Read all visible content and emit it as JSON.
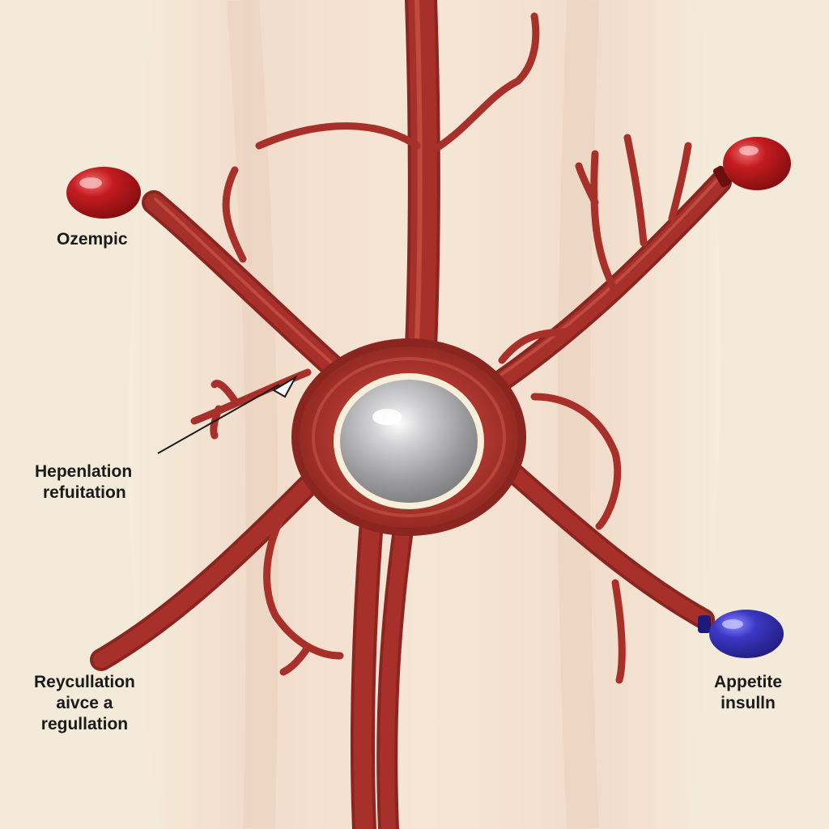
{
  "labels": {
    "top_left": "Ozempic",
    "middle_left": [
      "Hepenlation",
      "refuitation"
    ],
    "bottom_left": [
      "Reycullation",
      "aivce a",
      "regullation"
    ],
    "bottom_right": [
      "Appetite",
      "insulln"
    ]
  },
  "colors": {
    "background": "#f3ead9",
    "vessel": "#a8302a",
    "vessel_highlight": "#c8554a",
    "bulb_red": "#b3161b",
    "bulb_blue": "#3a36b8",
    "core": "#a8a8ab"
  }
}
